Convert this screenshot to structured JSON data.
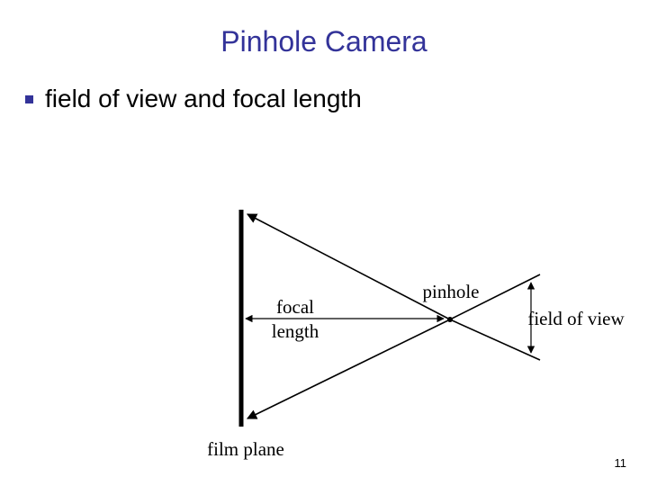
{
  "slide": {
    "title": "Pinhole Camera",
    "bullets": [
      "field of view and focal length"
    ],
    "page_number": "11"
  },
  "diagram": {
    "labels": {
      "focal_length": [
        "focal",
        "length"
      ],
      "pinhole": "pinhole",
      "field_of_view": "field of view",
      "film_plane": "film plane"
    }
  },
  "colors": {
    "title": "#333399",
    "bullet": "#333399",
    "lines": "#000000"
  }
}
